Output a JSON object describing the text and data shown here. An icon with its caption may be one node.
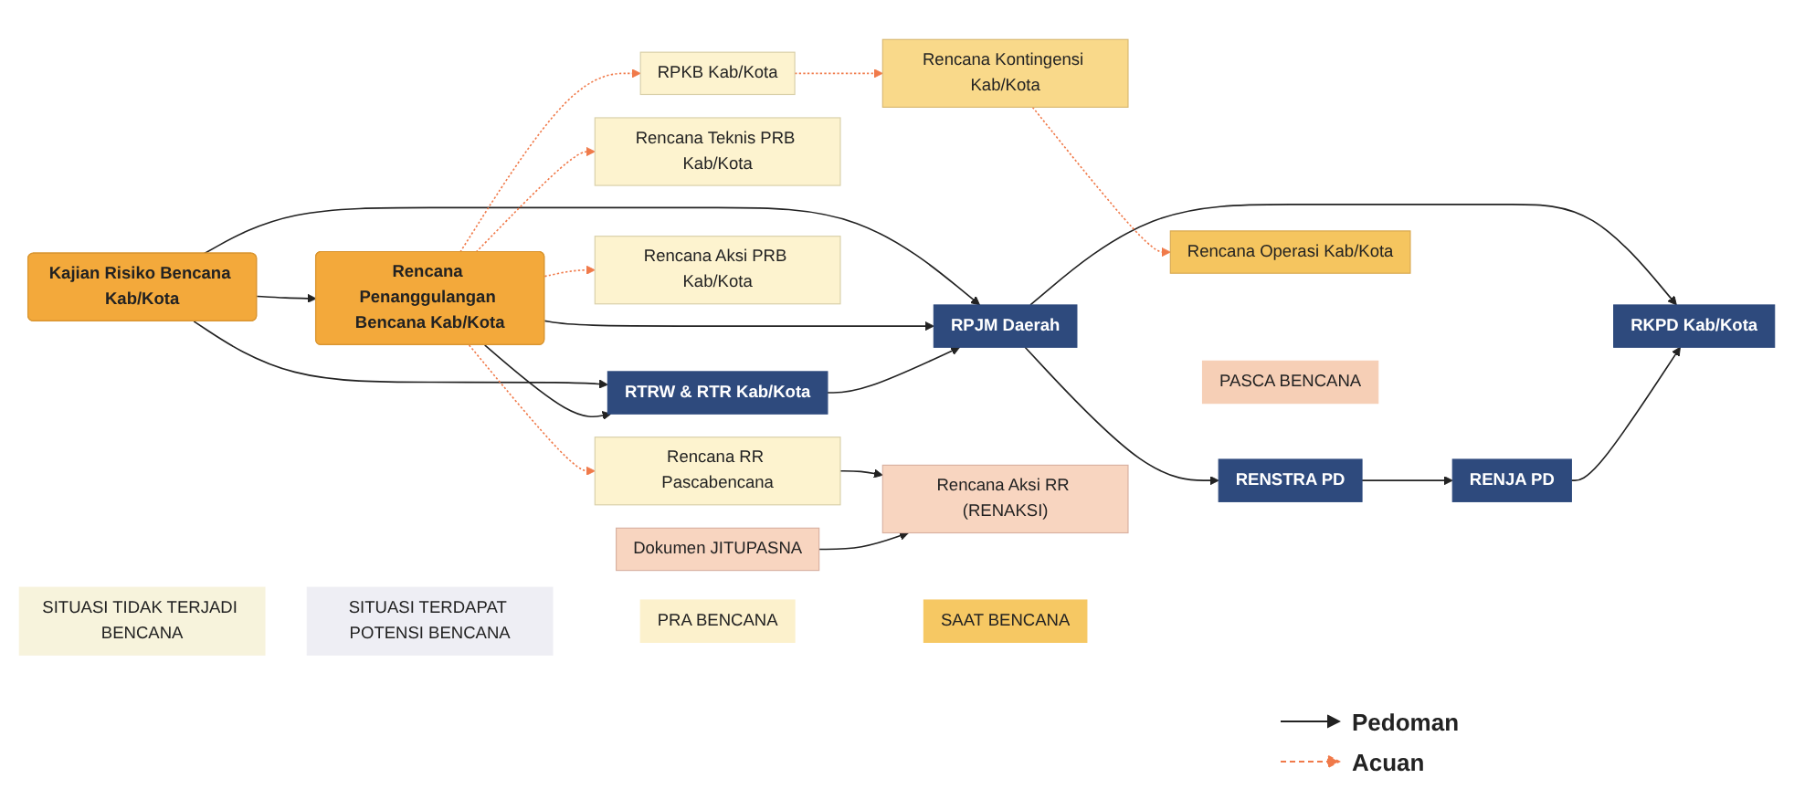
{
  "diagram": {
    "nodes": [
      {
        "text": [
          "SITUASI TIDAK TERJADI BENCANA"
        ]
      },
      {
        "text": [
          "SITUASI TERDAPAT POTENSI BENCANA"
        ]
      },
      {
        "text": [
          "PRA BENCANA"
        ]
      },
      {
        "text": [
          "SAAT BENCANA"
        ]
      },
      {
        "text": [
          "PASCA BENCANA"
        ]
      },
      {
        "text": [
          "Kajian Risiko Bencana Kab/Kota"
        ]
      },
      {
        "text": [
          "Rencana Penanggulangan Bencana Kab/Kota"
        ]
      },
      {
        "text": [
          "RTRW & RTR Kab/Kota"
        ]
      },
      {
        "text": [
          "RPJM Daerah"
        ]
      },
      {
        "text": [
          "RKPD Kab/Kota"
        ]
      },
      {
        "text": [
          "RENSTRA PD"
        ]
      },
      {
        "text": [
          "RENJA PD"
        ]
      },
      {
        "text": [
          "Rencana Teknis PRB Kab/Kota"
        ]
      },
      {
        "text": [
          "Dokumen JITUPASNA"
        ]
      },
      {
        "text": [
          "Rencana Aksi PRB Kab/Kota"
        ]
      },
      {
        "text": [
          "RPKB Kab/Kota"
        ]
      },
      {
        "text": [
          "Rencana Kontingensi Kab/Kota"
        ]
      },
      {
        "text": [
          "Rencana Operasi Kab/Kota"
        ]
      },
      {
        "text": [
          "Rencana RR Pascabencana"
        ]
      },
      {
        "text": [
          "Rencana Aksi RR (RENAKSI)"
        ]
      }
    ],
    "edges": [
      {
        "from": 5,
        "to": 6,
        "arrow": "to"
      },
      {
        "from": 5,
        "to": 7,
        "arrow": "to"
      },
      {
        "from": 5,
        "to": 8,
        "arrow": "to"
      },
      {
        "from": 6,
        "to": 7,
        "arrow": "to"
      },
      {
        "from": 6,
        "to": 8,
        "arrow": "to"
      },
      {
        "from": 7,
        "to": 8,
        "arrow": "to"
      },
      {
        "from": 8,
        "to": 9,
        "arrow": "to"
      },
      {
        "from": 8,
        "to": 10,
        "arrow": "to"
      },
      {
        "from": 10,
        "to": 11,
        "arrow": "to"
      },
      {
        "from": 11,
        "to": 9,
        "arrow": "to"
      },
      {
        "from": 6,
        "to": 12,
        "arrow": "to",
        "style": "dashed",
        "color": "#f07a4a"
      },
      {
        "from": 6,
        "to": 14,
        "arrow": "to",
        "style": "dashed",
        "color": "#f07a4a"
      },
      {
        "from": 6,
        "to": 15,
        "arrow": "to",
        "style": "dashed",
        "color": "#f07a4a"
      },
      {
        "from": 6,
        "to": 18,
        "arrow": "to",
        "style": "dashed",
        "color": "#f07a4a"
      },
      {
        "from": 15,
        "to": 16,
        "arrow": "to",
        "style": "dashed",
        "color": "#f07a4a"
      },
      {
        "from": 16,
        "to": 17,
        "arrow": "to",
        "style": "dashed",
        "color": "#f07a4a"
      },
      {
        "from": 18,
        "to": 19,
        "arrow": "to"
      },
      {
        "from": 13,
        "to": 19,
        "arrow": "to"
      }
    ],
    "legend": [
      {
        "text": "Pedoman"
      },
      {
        "text": "Acuan"
      }
    ]
  }
}
